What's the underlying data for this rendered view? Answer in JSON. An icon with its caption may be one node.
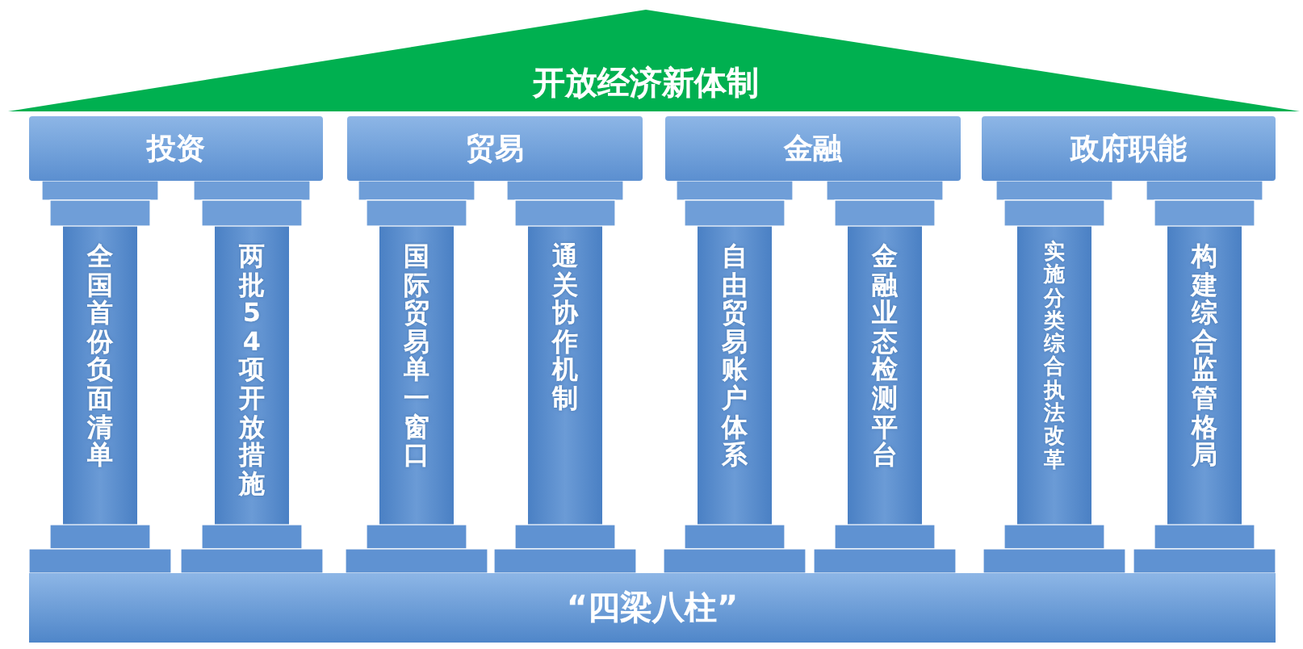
{
  "diagram": {
    "title": "开放经济新体制",
    "nodes": [
      {
        "text": [
          "投资"
        ]
      },
      {
        "text": [
          "贸易"
        ]
      },
      {
        "text": [
          "金融"
        ]
      },
      {
        "text": [
          "政府职能"
        ]
      },
      {
        "text": [
          "全国首份负面清单"
        ]
      },
      {
        "text": [
          "两批54项开放措施"
        ]
      },
      {
        "text": [
          "国际贸易单一窗口"
        ]
      },
      {
        "text": [
          "通关协作机制"
        ]
      },
      {
        "text": [
          "自由贸易账户体系"
        ]
      },
      {
        "text": [
          "金融业态检测平台"
        ]
      },
      {
        "text": [
          "实施分类综合执法改革"
        ]
      },
      {
        "text": [
          "构建综合监管格局"
        ]
      },
      {
        "text": [
          "“四梁八柱”"
        ]
      }
    ]
  }
}
